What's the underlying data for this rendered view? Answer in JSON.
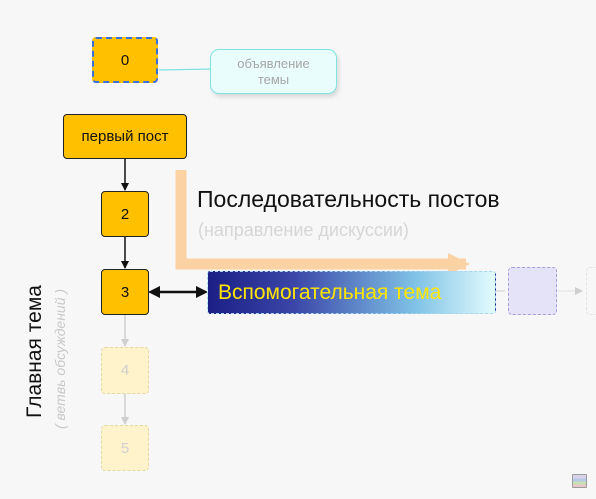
{
  "nodes": {
    "root": "0",
    "first_post": "первый пост",
    "post_2": "2",
    "post_3": "3",
    "post_4": "4",
    "post_5": "5"
  },
  "callout": {
    "line1": "объявление",
    "line2": "темы"
  },
  "sequence": {
    "title": "Последовательность постов",
    "subtitle": "(направление дискуссии)"
  },
  "side_topic": "Вспомогательная тема",
  "main_topic": {
    "title": "Главная тема",
    "subtitle": "( ветвь обсуждений )"
  },
  "icons": [
    "flow-arrow-icon",
    "double-arrow-icon",
    "image-icon"
  ],
  "colors": {
    "post_fill": "#ffc000",
    "faded_post_fill": "#fff3cc",
    "root_border": "#3a6fd8",
    "flow_arrow": "#fbd2a4",
    "callout_fill": "#e9fdfd",
    "side_topic_text": "#ffe600",
    "side_topic_start": "#1b1f86"
  }
}
